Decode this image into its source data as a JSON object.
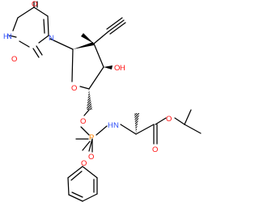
{
  "colors": {
    "oxygen": "#ff0d0d",
    "nitrogen": "#3050f8",
    "phosphorus": "#ff8000",
    "bond": "#000000"
  },
  "atoms": {
    "o_uracil_c4": "O",
    "o_uracil_c2": "O",
    "nh_uracil": "H",
    "nh_uracil_n": "N",
    "n_uracil_n1": "N",
    "oh_o": "O",
    "oh_h": "H",
    "o_ring": "O",
    "o_ester": "O",
    "p": "P",
    "o_p_double": "O",
    "nh_n": "N",
    "nh_h": "H",
    "o_phenoxy": "O",
    "o_carbonyl": "O",
    "o_isopropyl": "O"
  }
}
